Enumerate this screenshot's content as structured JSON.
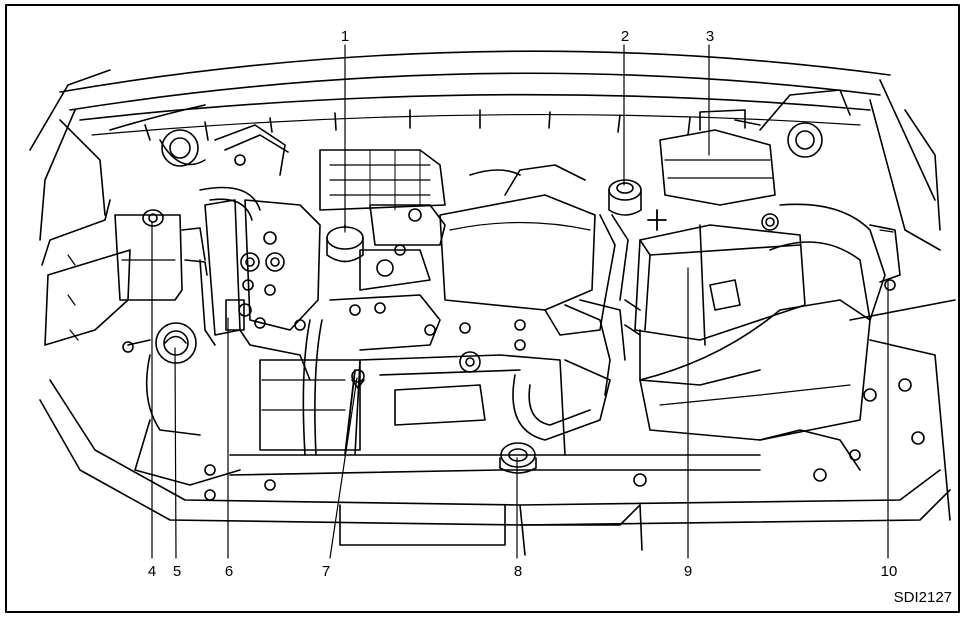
{
  "figure_id": "SDI2127",
  "callouts": [
    {
      "number": "1",
      "target": "engine-oil-filler-cap"
    },
    {
      "number": "2",
      "target": "power-steering-fluid-reservoir-cap"
    },
    {
      "number": "3",
      "target": "fuse-relay-box"
    },
    {
      "number": "4",
      "target": "brake-fluid-reservoir"
    },
    {
      "number": "5",
      "target": "windshield-washer-fluid-reservoir-cap"
    },
    {
      "number": "6",
      "target": "engine-coolant-reservoir"
    },
    {
      "number": "7",
      "target": "engine-oil-dipstick"
    },
    {
      "number": "8",
      "target": "radiator-cap"
    },
    {
      "number": "9",
      "target": "battery"
    },
    {
      "number": "10",
      "target": "air-cleaner"
    }
  ]
}
